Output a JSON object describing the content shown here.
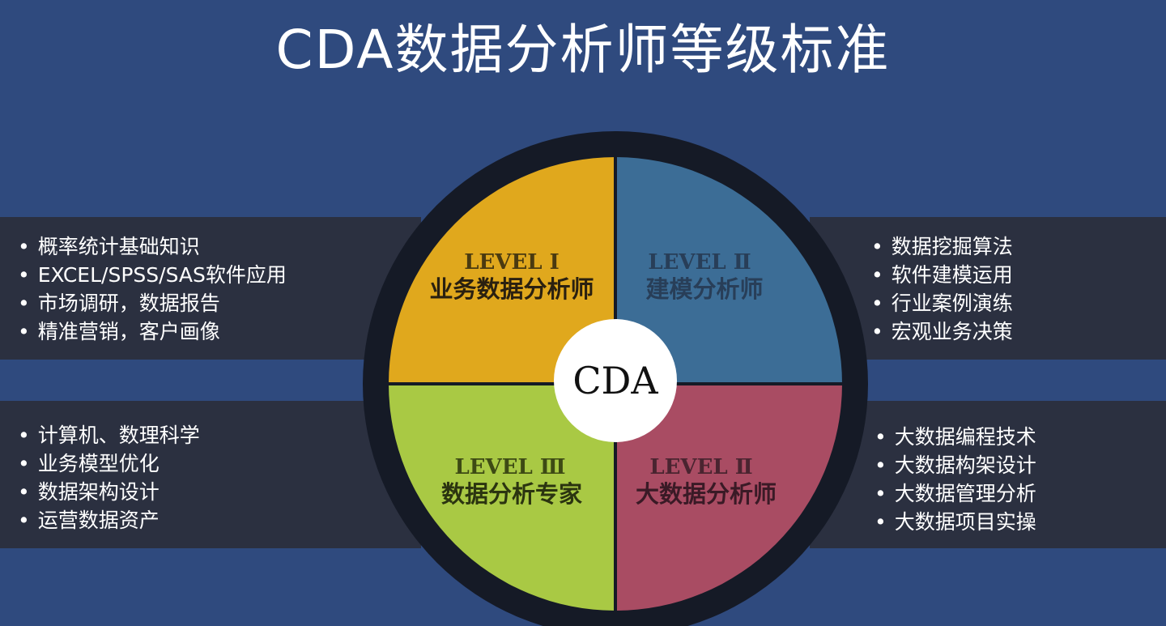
{
  "title": "CDA数据分析师等级标准",
  "center_label": "CDA",
  "colors": {
    "background": "#2f4a7e",
    "band": "#2b3040",
    "ring": "#151a26",
    "level1": "#e0a81d",
    "level2_model": "#3c6d96",
    "level2_bigdata": "#a94c63",
    "level3": "#a9c944"
  },
  "quadrants": {
    "top_left": {
      "level": "LEVEL Ⅰ",
      "name": "业务数据分析师"
    },
    "top_right": {
      "level": "LEVEL Ⅱ",
      "name": "建模分析师"
    },
    "bottom_left": {
      "level": "LEVEL Ⅲ",
      "name": "数据分析专家"
    },
    "bottom_right": {
      "level": "LEVEL Ⅱ",
      "name": "大数据分析师"
    }
  },
  "lists": {
    "top_left": [
      "概率统计基础知识",
      "EXCEL/SPSS/SAS软件应用",
      "市场调研，数据报告",
      "精准营销，客户画像"
    ],
    "top_right": [
      "数据挖掘算法",
      "软件建模运用",
      "行业案例演练",
      "宏观业务决策"
    ],
    "bottom_left": [
      "计算机、数理科学",
      "业务模型优化",
      "数据架构设计",
      "运营数据资产"
    ],
    "bottom_right": [
      "大数据编程技术",
      "大数据构架设计",
      "大数据管理分析",
      "大数据项目实操"
    ]
  }
}
